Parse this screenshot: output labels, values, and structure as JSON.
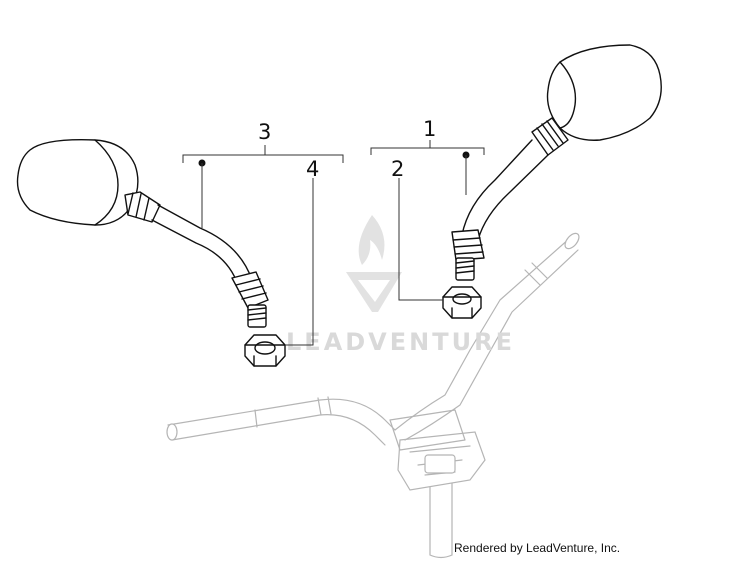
{
  "callouts": {
    "c1": "1",
    "c2": "2",
    "c3": "3",
    "c4": "4"
  },
  "watermark": {
    "text": "LEADVENTURE"
  },
  "footer": {
    "credit": "Rendered by LeadVenture, Inc."
  },
  "colors": {
    "line": "#111111",
    "background_part": "#b5b5b5",
    "watermark": "#d9d9d9"
  }
}
